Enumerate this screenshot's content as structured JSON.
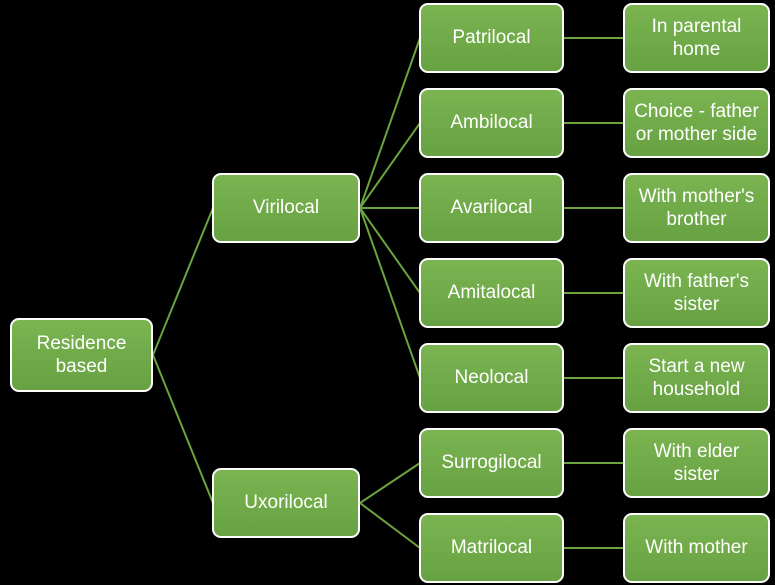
{
  "colors": {
    "background": "#000000",
    "node_fill_top": "#7bb451",
    "node_fill_bottom": "#67a142",
    "node_fill_mid": "#70ad47",
    "node_border": "#ffffff",
    "node_text": "#ffffff",
    "connector": "#6ba43e"
  },
  "tree": {
    "root": {
      "label": "Residence based"
    },
    "branches": [
      {
        "label": "Virilocal"
      },
      {
        "label": "Uxorilocal"
      }
    ],
    "leaves": [
      {
        "type": "Patrilocal",
        "branch": "Virilocal",
        "description": "In parental home"
      },
      {
        "type": "Ambilocal",
        "branch": "Virilocal",
        "description": "Choice - father or mother side"
      },
      {
        "type": "Avarilocal",
        "branch": "Virilocal",
        "description": "With mother's brother"
      },
      {
        "type": "Amitalocal",
        "branch": "Virilocal",
        "description": "With father's sister"
      },
      {
        "type": "Neolocal",
        "branch": "Virilocal",
        "description": "Start a new household"
      },
      {
        "type": "Surrogilocal",
        "branch": "Uxorilocal",
        "description": "With elder sister"
      },
      {
        "type": "Matrilocal",
        "branch": "Uxorilocal",
        "description": "With mother"
      }
    ]
  }
}
